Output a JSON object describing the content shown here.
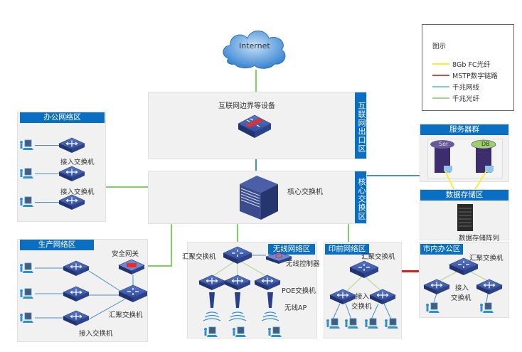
{
  "title": "网络拓扑图",
  "internet": {
    "label": "Internet"
  },
  "legend": {
    "title": "图示",
    "items": [
      {
        "label": "8Gb FC光纤",
        "color": "#f5f02a"
      },
      {
        "label": "MSTP数字链路",
        "color": "#c0504d"
      },
      {
        "label": "千兆网线",
        "color": "#7ec8e3"
      },
      {
        "label": "千兆光纤",
        "color": "#a6d785"
      }
    ]
  },
  "zones": {
    "internet_exit": {
      "tag": "互联网出口区",
      "device_label": "互联网边界等设备"
    },
    "core": {
      "tag": "核心交换区",
      "device_label": "核心交换机"
    },
    "office": {
      "title": "办公网络区",
      "switch_labels": [
        "接入交换机",
        "接入交换机"
      ]
    },
    "production": {
      "title": "生产网络区",
      "gateway_label": "安全网关",
      "agg_label": "汇聚交换机",
      "access_label": "接入交换机"
    },
    "wireless": {
      "title": "无线网络区",
      "agg_label": "汇聚交换机",
      "controller_label": "无线控制器",
      "poe_label": "POE交换机",
      "ap_label": "无线AP"
    },
    "prepress": {
      "title": "印前网络区",
      "agg_label": "汇聚交换机",
      "access_label_1": "接入",
      "access_label_2": "交换机"
    },
    "city_office": {
      "title": "市内办公区",
      "agg_label": "汇聚交换机",
      "access_label_1": "接入",
      "access_label_2": "交换机"
    },
    "servers": {
      "title": "服务器群",
      "server_labels": [
        "Ser",
        "DB"
      ]
    },
    "storage": {
      "title": "数据存储区",
      "device_label": "数据存储阵列"
    }
  },
  "colors": {
    "zone_header": "#0a6fc2",
    "fiber_gigabit": "#7dd35c",
    "cable_gigabit": "#4a90c9",
    "mstp": "#e41b1b",
    "fc": "#f5f02a"
  }
}
